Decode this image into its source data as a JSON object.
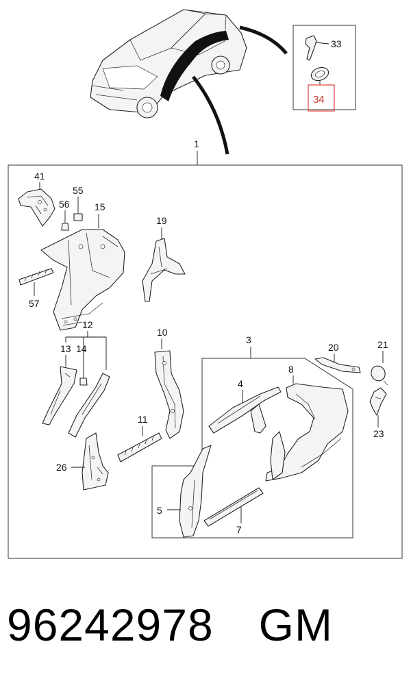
{
  "parts": {
    "p1": "1",
    "p3": "3",
    "p4": "4",
    "p5": "5",
    "p7": "7",
    "p8": "8",
    "p10": "10",
    "p11": "11",
    "p12": "12",
    "p13": "13",
    "p14": "14",
    "p15": "15",
    "p19": "19",
    "p20": "20",
    "p21": "21",
    "p23": "23",
    "p26": "26",
    "p33": "33",
    "p34": "34",
    "p41": "41",
    "p55": "55",
    "p56": "56",
    "p57": "57"
  },
  "highlight_color": "#e0413a",
  "footer": {
    "part_number": "96242978",
    "brand": "GM"
  }
}
